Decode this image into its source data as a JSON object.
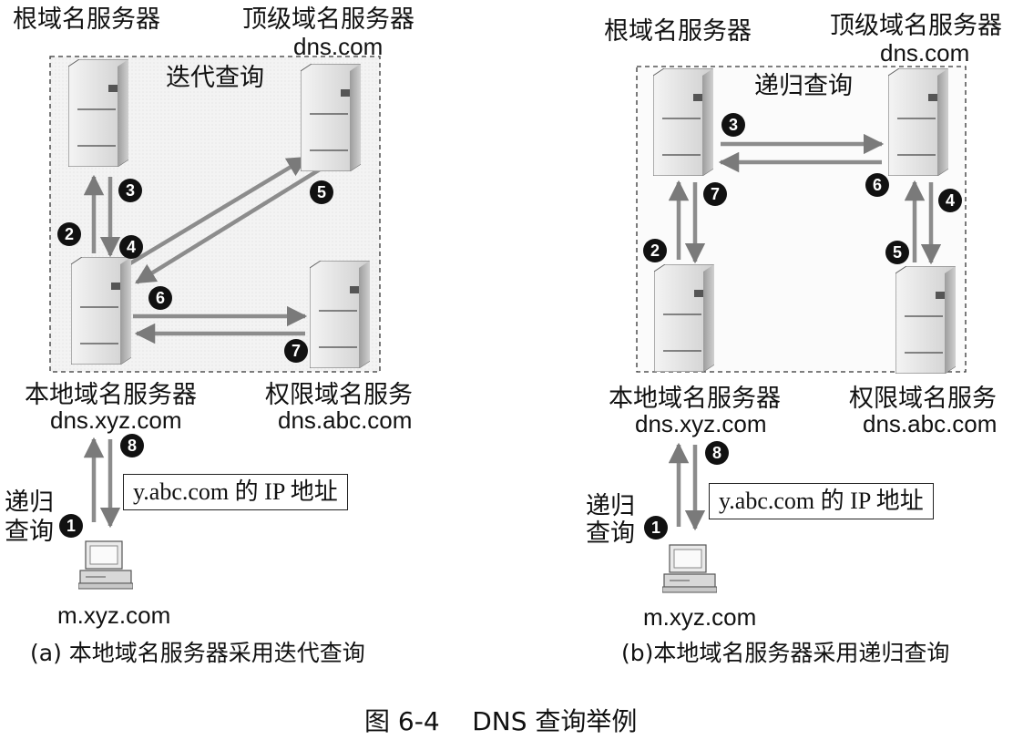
{
  "panel_a": {
    "root_server": "根域名服务器",
    "tld_server": "顶级域名服务器",
    "tld_domain": "dns.com",
    "query_mode": "迭代查询",
    "local_server": "本地域名服务器",
    "local_domain": "dns.xyz.com",
    "auth_server": "权限域名服务",
    "auth_domain": "dns.abc.com",
    "recursive_label_1": "递归",
    "recursive_label_2": "查询",
    "ip_answer": "y.abc.com 的 IP 地址",
    "client_host": "m.xyz.com",
    "caption": "(a) 本地域名服务器采用迭代查询",
    "steps": [
      "1",
      "2",
      "3",
      "4",
      "5",
      "6",
      "7",
      "8"
    ]
  },
  "panel_b": {
    "root_server": "根域名服务器",
    "tld_server": "顶级域名服务器",
    "tld_domain": "dns.com",
    "query_mode": "递归查询",
    "local_server": "本地域名服务器",
    "local_domain": "dns.xyz.com",
    "auth_server": "权限域名服务",
    "auth_domain": "dns.abc.com",
    "recursive_label_1": "递归",
    "recursive_label_2": "查询",
    "ip_answer": "y.abc.com 的 IP 地址",
    "client_host": "m.xyz.com",
    "caption": "(b)本地域名服务器采用递归查询",
    "steps": [
      "1",
      "2",
      "3",
      "4",
      "5",
      "6",
      "7",
      "8"
    ]
  },
  "figure_caption": "图 6-4    DNS 查询举例",
  "colors": {
    "arrow": "#8c8c8c",
    "server_face": "#e6e6e6",
    "server_side": "#b8b8b8",
    "region_fill": "#f2f2f2"
  }
}
